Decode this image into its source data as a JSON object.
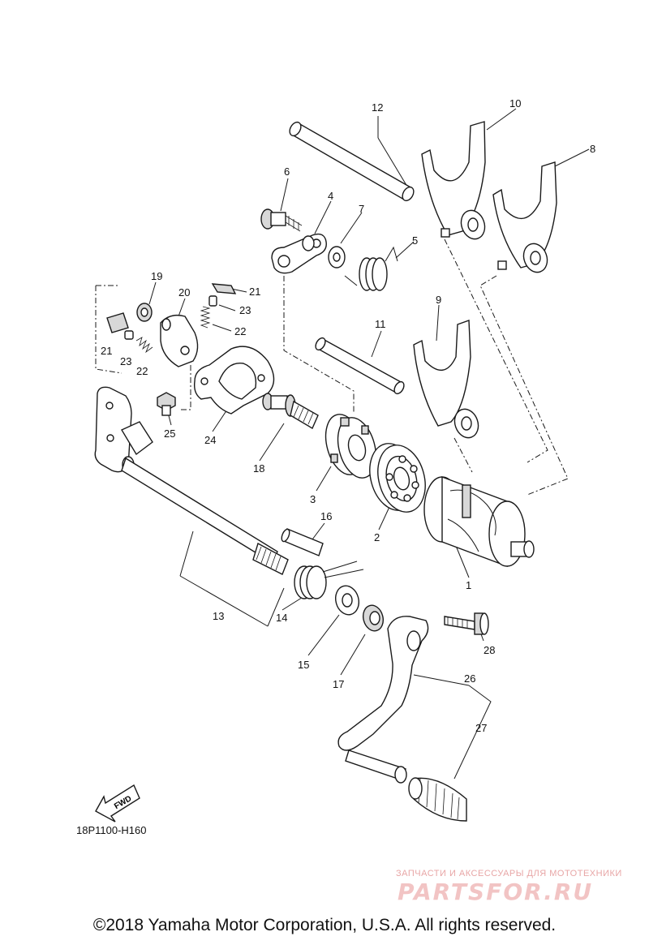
{
  "diagram": {
    "code": "18P1100-H160",
    "fwd_label": "FWD",
    "part_numbers": [
      "1",
      "2",
      "3",
      "4",
      "5",
      "6",
      "7",
      "8",
      "9",
      "10",
      "11",
      "12",
      "13",
      "14",
      "15",
      "16",
      "17",
      "18",
      "19",
      "20",
      "21",
      "21",
      "22",
      "22",
      "23",
      "23",
      "24",
      "25",
      "26",
      "27",
      "28"
    ]
  },
  "footer": {
    "copyright": "©2018 Yamaha Motor Corporation, U.S.A. All rights reserved."
  },
  "watermark": {
    "tagline": "ЗАПЧАСТИ И АКСЕССУАРЫ ДЛЯ МОТОТЕХНИКИ",
    "logo": "PARTSFOR.RU"
  },
  "colors": {
    "line": "#1a1a1a",
    "watermark": "#e8a6a6"
  }
}
